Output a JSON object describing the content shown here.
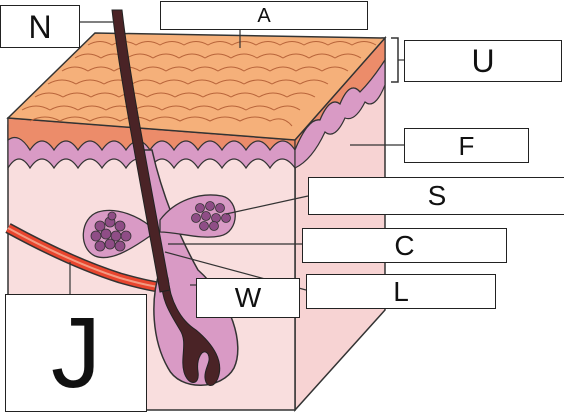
{
  "labels": {
    "n": "N",
    "a": "A",
    "u": "U",
    "f": "F",
    "s": "S",
    "c": "C",
    "l": "L",
    "w": "W",
    "j": "J"
  },
  "colors": {
    "epidermis_top": "#f5b07a",
    "epidermis_scale_line": "#b8643a",
    "epidermis_band": "#ec8c6a",
    "dermal_layer": "#d99ac5",
    "dermis": "#f9dede",
    "hypodermis_side": "#f7d3d3",
    "hair": "#4a2326",
    "gland": "#8f4d86",
    "blood_vessel": "#e8452e",
    "outline": "#333333"
  },
  "icons": [
    "skin-cross-section",
    "hair-shaft",
    "hair-follicle",
    "sebaceous-gland",
    "blood-vessel"
  ]
}
